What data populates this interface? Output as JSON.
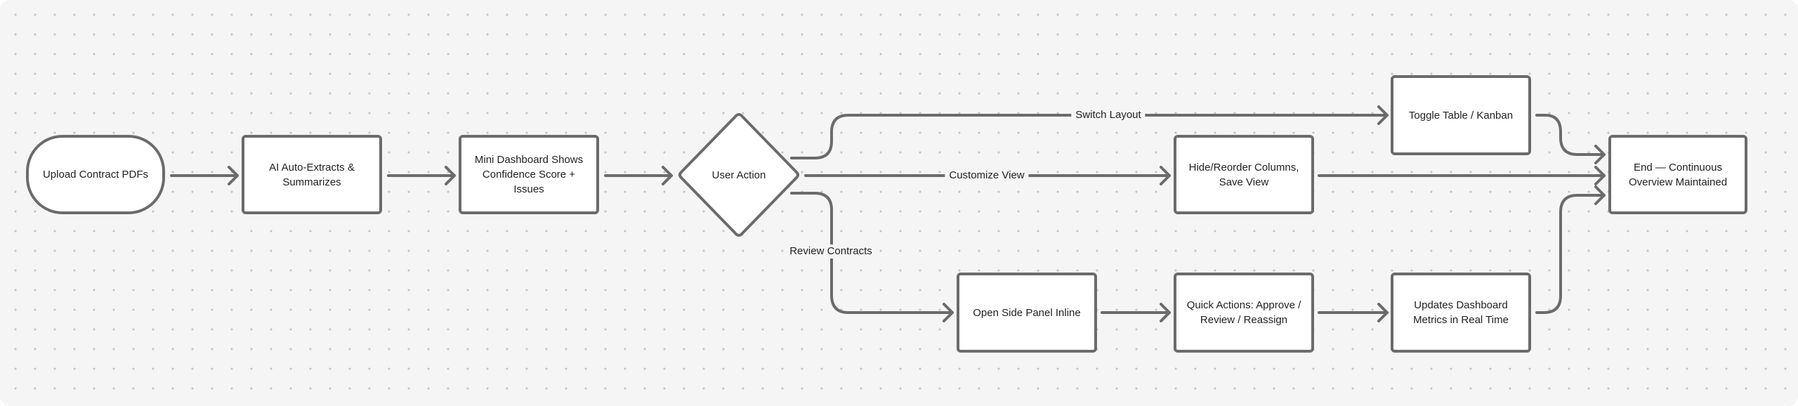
{
  "diagram": {
    "type": "flowchart",
    "direction": "left-to-right",
    "colors": {
      "background": "#f5f5f5",
      "grid_dot": "#c4c4c4",
      "node_fill": "#ffffff",
      "stroke": "#6b6b6b",
      "text": "#222222"
    },
    "nodes": {
      "upload": {
        "label": "Upload Contract PDFs",
        "shape": "terminal"
      },
      "extract": {
        "label": "AI Auto-Extracts & Summarizes",
        "shape": "process"
      },
      "dashboard": {
        "label": "Mini Dashboard Shows Confidence Score + Issues",
        "shape": "process"
      },
      "decision": {
        "label": "User Action",
        "shape": "decision"
      },
      "toggle": {
        "label": "Toggle Table / Kanban",
        "shape": "process"
      },
      "hide": {
        "label": "Hide/Reorder Columns, Save View",
        "shape": "process"
      },
      "sidepanel": {
        "label": "Open Side Panel Inline",
        "shape": "process"
      },
      "quick": {
        "label": "Quick Actions: Approve / Review / Reassign",
        "shape": "process"
      },
      "updates": {
        "label": "Updates Dashboard Metrics in Real Time",
        "shape": "process"
      },
      "end": {
        "label": "End — Continuous Overview Maintained",
        "shape": "process"
      }
    },
    "edges": {
      "switch_layout": {
        "from": "decision",
        "to": "toggle",
        "label": "Switch Layout"
      },
      "customize_view": {
        "from": "decision",
        "to": "hide",
        "label": "Customize View"
      },
      "review_contracts": {
        "from": "decision",
        "to": "sidepanel",
        "label": "Review Contracts"
      },
      "list": [
        {
          "from": "upload",
          "to": "extract",
          "label": ""
        },
        {
          "from": "extract",
          "to": "dashboard",
          "label": ""
        },
        {
          "from": "dashboard",
          "to": "decision",
          "label": ""
        },
        {
          "from": "decision",
          "to": "toggle",
          "label": "Switch Layout"
        },
        {
          "from": "decision",
          "to": "hide",
          "label": "Customize View"
        },
        {
          "from": "decision",
          "to": "sidepanel",
          "label": "Review Contracts"
        },
        {
          "from": "sidepanel",
          "to": "quick",
          "label": ""
        },
        {
          "from": "quick",
          "to": "updates",
          "label": ""
        },
        {
          "from": "toggle",
          "to": "end",
          "label": ""
        },
        {
          "from": "hide",
          "to": "end",
          "label": ""
        },
        {
          "from": "updates",
          "to": "end",
          "label": ""
        }
      ]
    }
  }
}
